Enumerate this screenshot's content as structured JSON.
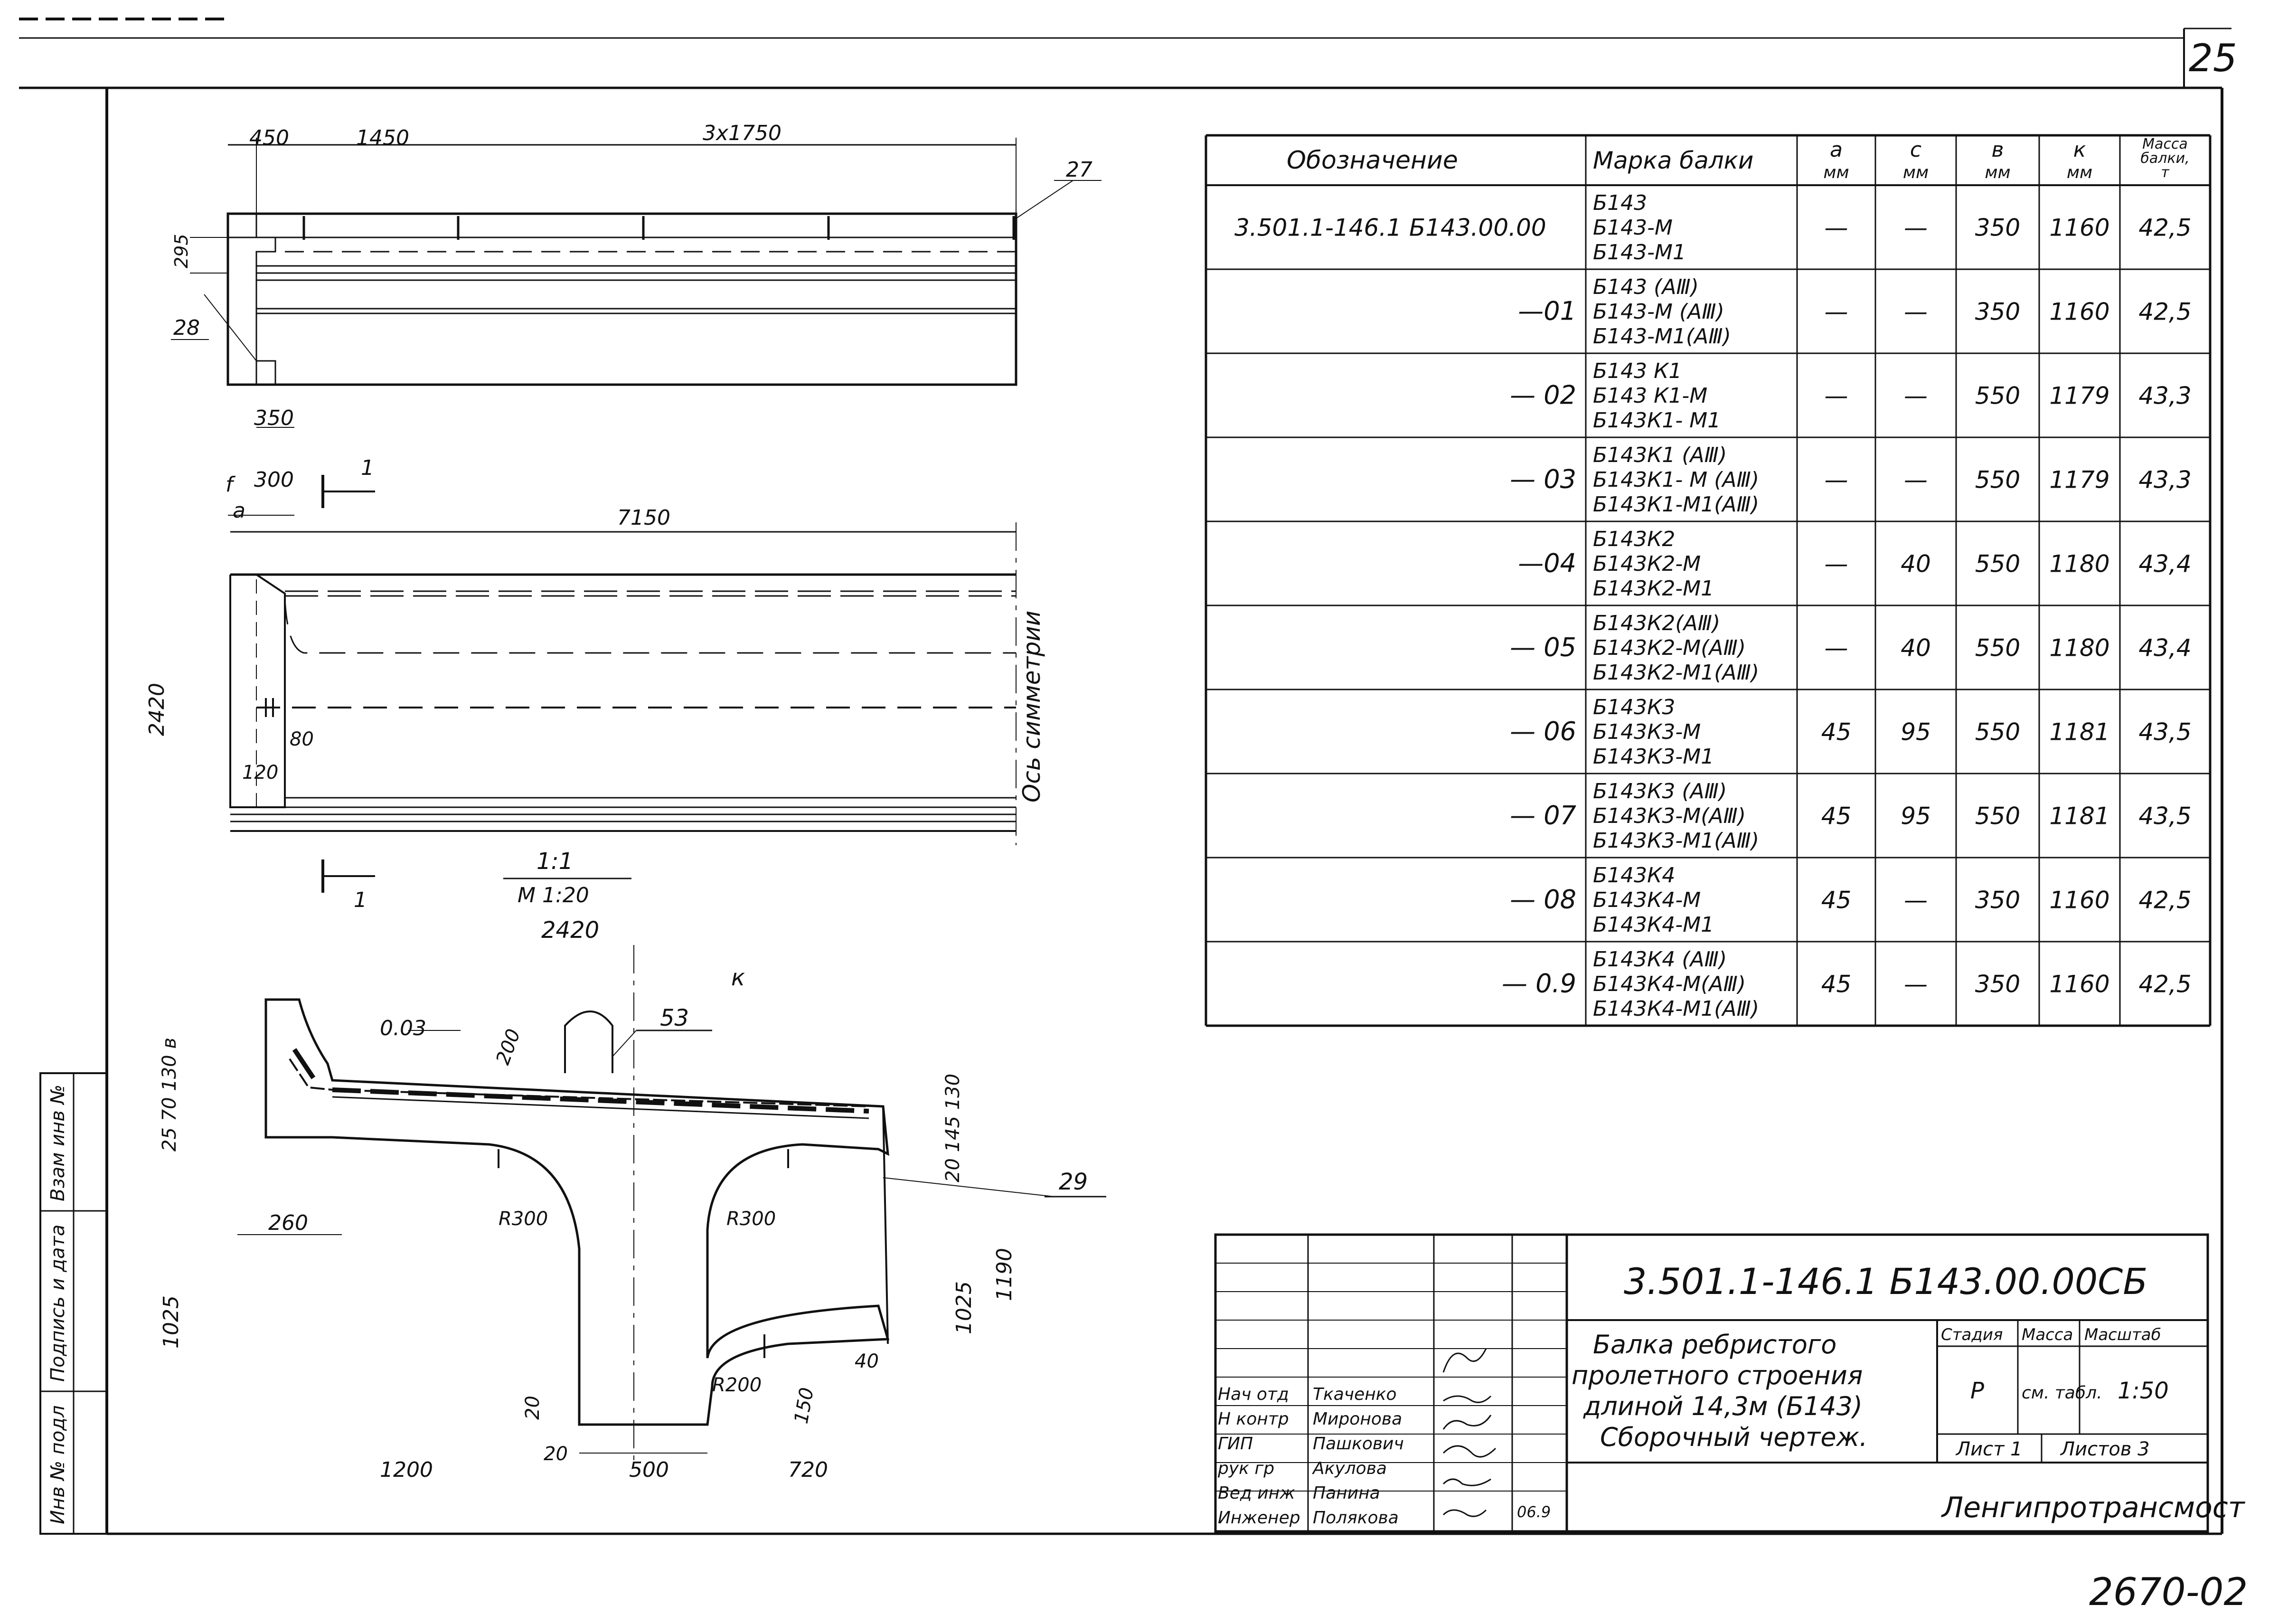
{
  "page_number": "25",
  "bottom_code": "2670-02",
  "plan_view": {
    "dims": [
      "450",
      "1450",
      "3x1750"
    ],
    "side_dim": "295",
    "callouts": [
      "27",
      "28"
    ],
    "bottom_dim": "350"
  },
  "side_view": {
    "top_dims": [
      "f",
      "300",
      "a"
    ],
    "length": "7150",
    "height": "2420",
    "inner_dims": [
      "80",
      "120"
    ],
    "symmetry_axis": "Ось симметрии",
    "section_mark": "1",
    "scale_ratio": "1:1",
    "scale": "М 1:20"
  },
  "cross_section": {
    "width_top": "2420",
    "k_label": "к",
    "slope": "0.03",
    "hook_dim": "200",
    "hook_callout": "53",
    "left_dims": [
      "25",
      "70",
      "130",
      "в"
    ],
    "right_dims": [
      "20",
      "145",
      "130"
    ],
    "callout": "29",
    "left_offset": "260",
    "radius_left": "R300",
    "radius_right": "R300",
    "radius_bottom": "R200",
    "height_left": "1025",
    "height_right": "1025",
    "height_total": "1190",
    "bottom_dims": [
      "1200",
      "20",
      "500",
      "720"
    ],
    "small_dims": [
      "20",
      "150",
      "40"
    ]
  },
  "spec_table": {
    "headers": [
      "Обозначение",
      "Марка балки",
      "a мм",
      "c мм",
      "в мм",
      "к мм",
      "Масса балки, т"
    ],
    "rows": [
      {
        "designation": "3.501.1-146.1   Б143.00.00",
        "marks": [
          "Б143",
          "Б143-М",
          "Б143-М1"
        ],
        "a": "—",
        "c": "—",
        "b": "350",
        "k": "1160",
        "mass": "42,5"
      },
      {
        "designation": "—01",
        "marks": [
          "Б143 (АⅢ)",
          "Б143-М (АⅢ)",
          "Б143-М1(АⅢ)"
        ],
        "a": "—",
        "c": "—",
        "b": "350",
        "k": "1160",
        "mass": "42,5"
      },
      {
        "designation": "— 02",
        "marks": [
          "Б143 К1",
          "Б143 К1-М",
          "Б143К1- М1"
        ],
        "a": "—",
        "c": "—",
        "b": "550",
        "k": "1179",
        "mass": "43,3"
      },
      {
        "designation": "— 03",
        "marks": [
          "Б143К1 (АⅢ)",
          "Б143К1- М (АⅢ)",
          "Б143К1-М1(АⅢ)"
        ],
        "a": "—",
        "c": "—",
        "b": "550",
        "k": "1179",
        "mass": "43,3"
      },
      {
        "designation": "—04",
        "marks": [
          "Б143К2",
          "Б143К2-М",
          "Б143К2-М1"
        ],
        "a": "—",
        "c": "40",
        "b": "550",
        "k": "1180",
        "mass": "43,4"
      },
      {
        "designation": "— 05",
        "marks": [
          "Б143К2(АⅢ)",
          "Б143К2-М(АⅢ)",
          "Б143К2-М1(АⅢ)"
        ],
        "a": "—",
        "c": "40",
        "b": "550",
        "k": "1180",
        "mass": "43,4"
      },
      {
        "designation": "— 06",
        "marks": [
          "Б143К3",
          "Б143К3-М",
          "Б143К3-М1"
        ],
        "a": "45",
        "c": "95",
        "b": "550",
        "k": "1181",
        "mass": "43,5"
      },
      {
        "designation": "— 07",
        "marks": [
          "Б143К3 (АⅢ)",
          "Б143К3-М(АⅢ)",
          "Б143К3-М1(АⅢ)"
        ],
        "a": "45",
        "c": "95",
        "b": "550",
        "k": "1181",
        "mass": "43,5"
      },
      {
        "designation": "— 08",
        "marks": [
          "Б143К4",
          "Б143К4-М",
          "Б143К4-М1"
        ],
        "a": "45",
        "c": "—",
        "b": "350",
        "k": "1160",
        "mass": "42,5"
      },
      {
        "designation": "— 0.9",
        "marks": [
          "Б143К4 (АⅢ)",
          "Б143К4-М(АⅢ)",
          "Б143К4-М1(АⅢ)"
        ],
        "a": "45",
        "c": "—",
        "b": "350",
        "k": "1160",
        "mass": "42,5"
      }
    ]
  },
  "title_block": {
    "doc_code": "3.501.1-146.1   Б143.00.00СБ",
    "title_lines": [
      "Балка ребристого",
      "пролетного строения",
      "длиной 14,3м (Б143)",
      "Сборочный чертеж."
    ],
    "stage_header": "Стадия",
    "mass_header": "Масса",
    "scale_header": "Масштаб",
    "stage": "Р",
    "mass": "см. табл.",
    "scale": "1:50",
    "sheet": "Лист 1",
    "sheets": "Листов 3",
    "org": "Ленгипротрансмост",
    "people": [
      {
        "role": "Нач отд",
        "name": "Ткаченко"
      },
      {
        "role": "Н контр",
        "name": "Миронова"
      },
      {
        "role": "ГИП",
        "name": "Пашкович"
      },
      {
        "role": "рук гр",
        "name": "Акулова"
      },
      {
        "role": "Вед инж",
        "name": "Панина"
      },
      {
        "role": "Инженер",
        "name": "Полякова"
      }
    ],
    "stamp": "06.9"
  },
  "margin_stamp": [
    "Инв № подл",
    "Подпись и дата",
    "Взам инв №"
  ]
}
